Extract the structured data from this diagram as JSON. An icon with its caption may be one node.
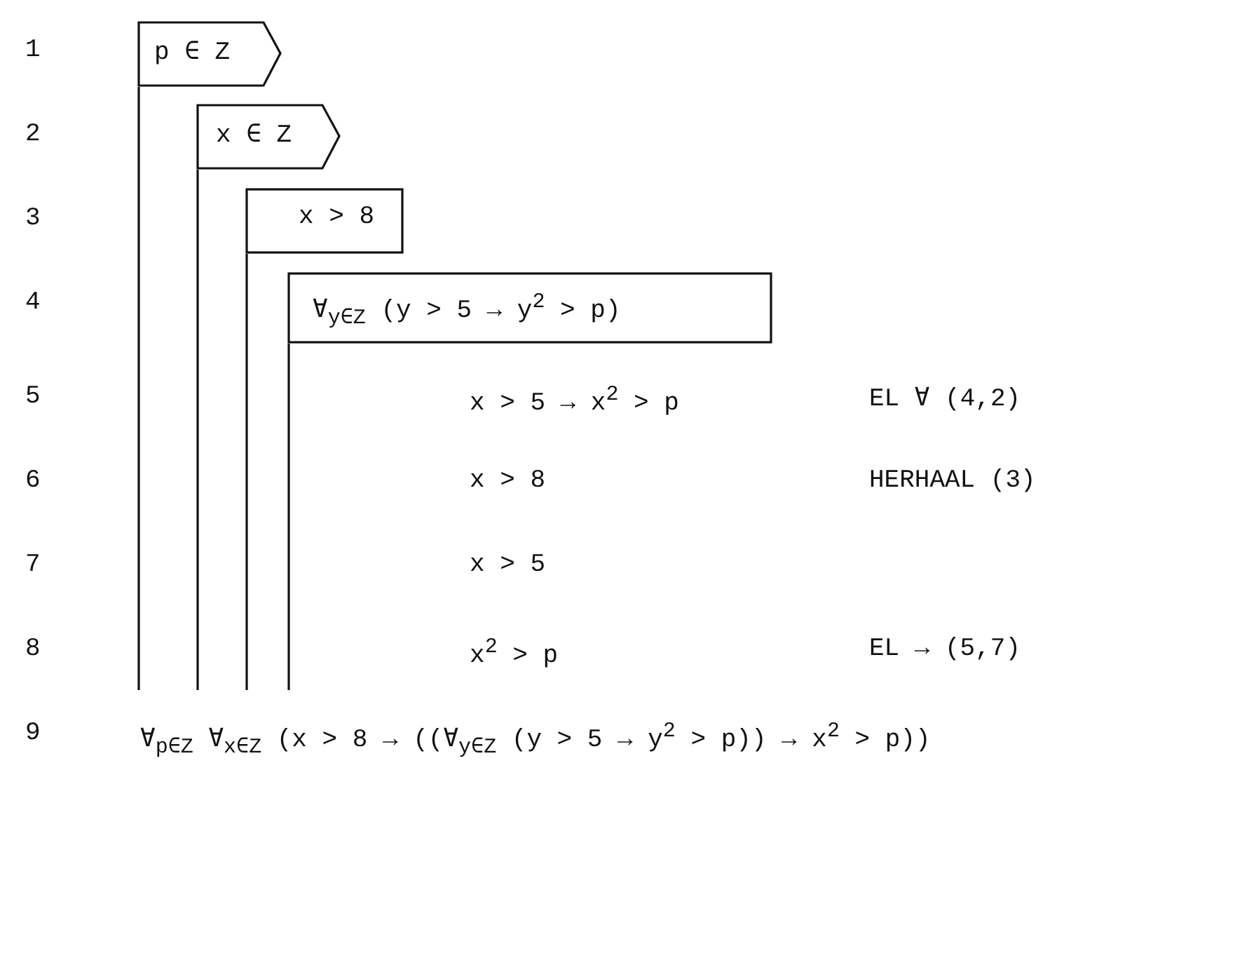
{
  "diagram": {
    "nodes": [
      {
        "text": [
          "p ∈ Z"
        ]
      },
      {
        "text": [
          "x ∈ Z"
        ]
      },
      {
        "text": [
          "x > 8"
        ]
      },
      {
        "text": [
          "∀$_{y∈Z}$ (y > 5 → y$^{2}$ > p)"
        ]
      }
    ],
    "labels": [
      "1",
      "2",
      "3",
      "4",
      "5",
      "x > 5 → x$^{2}$ > p",
      "EL ∀ (4,2)",
      "6",
      "x > 8",
      "HERHAAL (3)",
      "7",
      "x > 5",
      "8",
      "x$^{2}$ > p",
      "EL → (5,7)",
      "9",
      "∀$_{p∈Z}$ ∀$_{x∈Z}$ (x > 8 → ((∀$_{y∈Z}$ (y > 5 → y$^{2}$ > p)) → x$^{2}$ > p))"
    ]
  }
}
